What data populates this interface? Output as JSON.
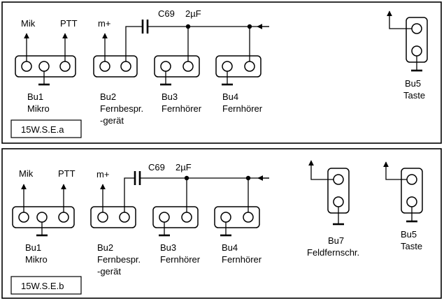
{
  "panels": [
    {
      "variant_label": "15W.S.E.a",
      "sockets": {
        "bu1": {
          "name": "Bu1",
          "desc": "Mikro",
          "lead_mic": "Mik",
          "lead_ptt": "PTT"
        },
        "bu2": {
          "name": "Bu2",
          "desc_line1": "Fernbespr.",
          "desc_line2": "-gerät",
          "lead": "m+"
        },
        "bu3": {
          "name": "Bu3",
          "desc": "Fernhörer"
        },
        "bu4": {
          "name": "Bu4",
          "desc": "Fernhörer"
        },
        "bu5": {
          "name": "Bu5",
          "desc": "Taste"
        }
      },
      "capacitor": {
        "name": "C69",
        "value": "2µF"
      }
    },
    {
      "variant_label": "15W.S.E.b",
      "sockets": {
        "bu1": {
          "name": "Bu1",
          "desc": "Mikro",
          "lead_mic": "Mik",
          "lead_ptt": "PTT"
        },
        "bu2": {
          "name": "Bu2",
          "desc_line1": "Fernbespr.",
          "desc_line2": "-gerät",
          "lead": "m+"
        },
        "bu3": {
          "name": "Bu3",
          "desc": "Fernhörer"
        },
        "bu4": {
          "name": "Bu4",
          "desc": "Fernhörer"
        },
        "bu7": {
          "name": "Bu7",
          "desc": "Feldfernschr."
        },
        "bu5": {
          "name": "Bu5",
          "desc": "Taste"
        }
      },
      "capacitor": {
        "name": "C69",
        "value": "2µF"
      }
    }
  ]
}
